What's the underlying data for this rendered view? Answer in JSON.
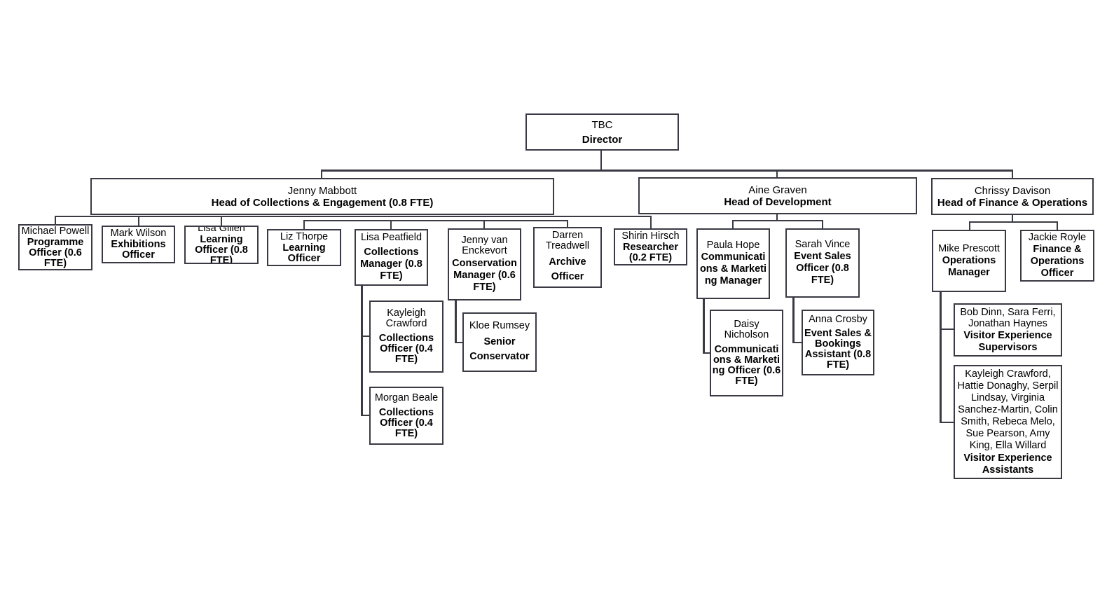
{
  "org_chart": {
    "director": {
      "name": "TBC",
      "role": "Director"
    },
    "heads": {
      "collections": {
        "name": "Jenny Mabbott",
        "role": "Head of Collections & Engagement (0.8 FTE)"
      },
      "development": {
        "name": "Aine Graven",
        "role": "Head of Development"
      },
      "finance": {
        "name": "Chrissy Davison",
        "role": "Head of Finance & Operations"
      }
    },
    "collections_team": {
      "michael_powell": {
        "name": "Michael Powell",
        "role": "Programme Officer (0.6 FTE)"
      },
      "mark_wilson": {
        "name": "Mark Wilson",
        "role": "Exhibitions Officer"
      },
      "lisa_gillen": {
        "name": "Lisa Gillen",
        "role": "Learning Officer (0.8 FTE)"
      },
      "liz_thorpe": {
        "name": "Liz Thorpe",
        "role": "Learning Officer"
      },
      "lisa_peatfield": {
        "name": "Lisa Peatfield",
        "role": "Collections Manager (0.8 FTE)"
      },
      "jenny_van_enckevort": {
        "name": "Jenny van Enckevort",
        "role": "Conservation Manager (0.6 FTE)"
      },
      "darren_treadwell": {
        "name": "Darren Treadwell",
        "role": "Archive Officer"
      },
      "shirin_hirsch": {
        "name": "Shirin Hirsch",
        "role": "Researcher (0.2 FTE)"
      },
      "kayleigh_crawford": {
        "name": "Kayleigh Crawford",
        "role": "Collections Officer (0.4 FTE)"
      },
      "morgan_beale": {
        "name": "Morgan Beale",
        "role": "Collections Officer (0.4 FTE)"
      },
      "kloe_rumsey": {
        "name": "Kloe Rumsey",
        "role": "Senior Conservator"
      }
    },
    "development_team": {
      "paula_hope": {
        "name": "Paula Hope",
        "role": "Communications & Marketing Manager"
      },
      "sarah_vince": {
        "name": "Sarah Vince",
        "role": "Event Sales Officer (0.8 FTE)"
      },
      "daisy_nicholson": {
        "name": "Daisy Nicholson",
        "role": "Communications & Marketing Officer (0.6 FTE)"
      },
      "anna_crosby": {
        "name": "Anna Crosby",
        "role": "Event Sales & Bookings Assistant (0.8 FTE)"
      }
    },
    "finance_team": {
      "mike_prescott": {
        "name": "Mike Prescott",
        "role": "Operations Manager"
      },
      "jackie_royle": {
        "name": "Jackie Royle",
        "role": "Finance & Operations Officer"
      },
      "supervisors": {
        "name": "Bob Dinn, Sara Ferri, Jonathan Haynes",
        "role": "Visitor Experience Supervisors"
      },
      "assistants": {
        "name": "Kayleigh Crawford, Hattie Donaghy, Serpil Lindsay, Virginia Sanchez-Martin, Colin Smith, Rebeca Melo, Sue Pearson, Amy King, Ella Willard",
        "role": "Visitor Experience Assistants"
      }
    }
  }
}
